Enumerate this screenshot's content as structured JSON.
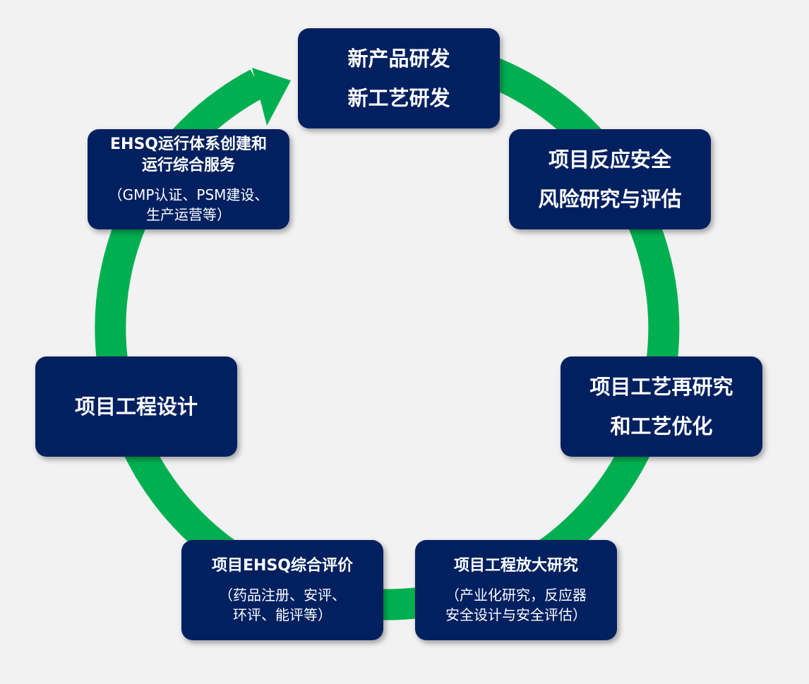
{
  "colors": {
    "background": "#f2f2f2",
    "box_fill": "#002060",
    "box_text": "#ffffff",
    "cycle_ring": "#00b050"
  },
  "cycle": {
    "direction": "clockwise",
    "arrow_head_at": "node_1"
  },
  "nodes": [
    {
      "id": "node_1",
      "title_lines": [
        "新产品研发",
        "新工艺研发"
      ],
      "note_lines": []
    },
    {
      "id": "node_2",
      "title_lines": [
        "项目反应安全",
        "风险研究与评估"
      ],
      "note_lines": []
    },
    {
      "id": "node_3",
      "title_lines": [
        "项目工艺再研究",
        "和工艺优化"
      ],
      "note_lines": []
    },
    {
      "id": "node_4",
      "title_lines": [
        "项目工程放大研究"
      ],
      "note_lines": [
        "（产业化研究，反应器",
        "安全设计与安全评估）"
      ]
    },
    {
      "id": "node_5",
      "title_lines": [
        "项目EHSQ综合评价"
      ],
      "note_lines": [
        "（药品注册、安评、",
        "环评、能评等）"
      ]
    },
    {
      "id": "node_6",
      "title_lines": [
        "项目工程设计"
      ],
      "note_lines": []
    },
    {
      "id": "node_7",
      "title_lines": [
        "EHSQ运行体系创建和",
        "运行综合服务"
      ],
      "note_lines": [
        "（GMP认证、PSM建设、",
        "生产运营等）"
      ]
    }
  ]
}
